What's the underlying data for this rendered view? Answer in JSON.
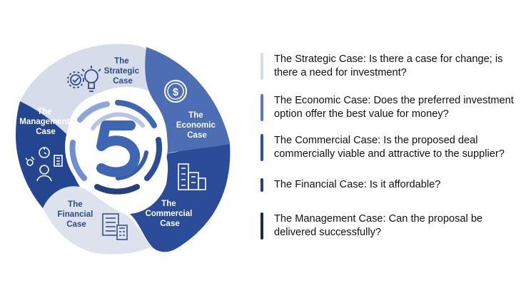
{
  "diagram": {
    "center_number": "5",
    "segments": [
      {
        "key": "strategic",
        "lines": [
          "The",
          "Strategic",
          "Case"
        ],
        "icon": "gear-lightbulb-icon"
      },
      {
        "key": "economic",
        "lines": [
          "The",
          "Economic",
          "Case"
        ],
        "icon": "dollar-coin-icon"
      },
      {
        "key": "commercial",
        "lines": [
          "The",
          "Commercial",
          "Case"
        ],
        "icon": "buildings-icon"
      },
      {
        "key": "financial",
        "lines": [
          "The",
          "Financial",
          "Case"
        ],
        "icon": "spreadsheet-calculator-icon"
      },
      {
        "key": "management",
        "lines": [
          "The",
          "Management",
          "Case"
        ],
        "icon": "team-network-icon"
      }
    ]
  },
  "list": {
    "items": [
      {
        "text": "The Strategic Case: Is there a case for change; is there a need for investment?",
        "color": "#d6dcea"
      },
      {
        "text": "The Economic Case: Does the preferred investment option offer the best value for money?",
        "color": "#5877bd"
      },
      {
        "text": "The Commercial Case: Is the proposed deal commercially viable and attractive to the supplier?",
        "color": "#2f52a0"
      },
      {
        "text": "The Financial Case: Is it affordable?",
        "color": "#23407f"
      },
      {
        "text": "The Management Case: Can the proposal be delivered successfully?",
        "color": "#1b2b52"
      }
    ]
  },
  "colors": {
    "strategic": "#d7dcea",
    "economic": "#4d6eb5",
    "commercial": "#2a4c99",
    "financial": "#dde2ed",
    "management": "#24458f",
    "ring_light": "#8ca6d8",
    "ring_mid": "#3f66b2",
    "ring_dark": "#24407e",
    "icon_dark": "#2d4a86"
  }
}
